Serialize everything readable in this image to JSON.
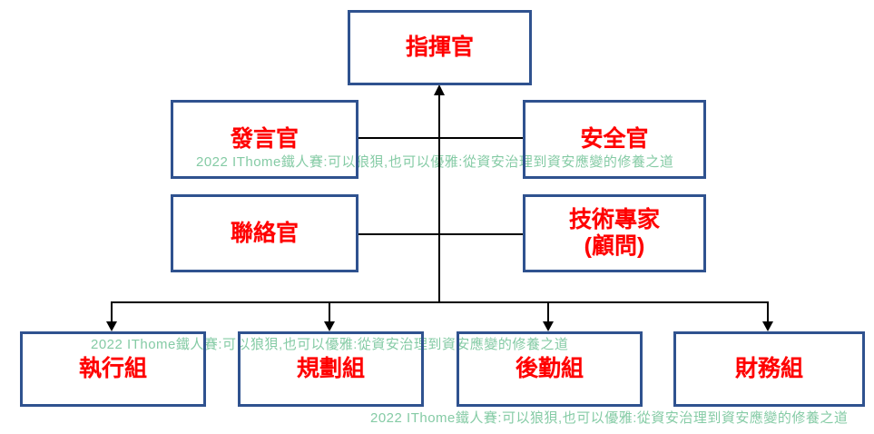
{
  "org": {
    "commander": {
      "label": "指揮官"
    },
    "staff": [
      {
        "id": "spokesperson",
        "label": "發言官"
      },
      {
        "id": "security-officer",
        "label": "安全官"
      },
      {
        "id": "liaison-officer",
        "label": "聯絡官"
      },
      {
        "id": "technical-expert",
        "label": "技術專家",
        "label_line2": "(顧問)"
      }
    ],
    "teams": [
      {
        "id": "execution-team",
        "label": "執行組"
      },
      {
        "id": "planning-team",
        "label": "規劃組"
      },
      {
        "id": "logistics-team",
        "label": "後勤組"
      },
      {
        "id": "finance-team",
        "label": "財務組"
      }
    ],
    "watermark_text": "2022 IThome鐵人賽:可以狼狽,也可以優雅:從資安治理到資安應變的修養之道",
    "colors": {
      "box_border": "#2F528F",
      "label_text": "#FF0000",
      "watermark": "#85CBA5",
      "connector": "#000000",
      "background": "#FFFFFF"
    }
  }
}
